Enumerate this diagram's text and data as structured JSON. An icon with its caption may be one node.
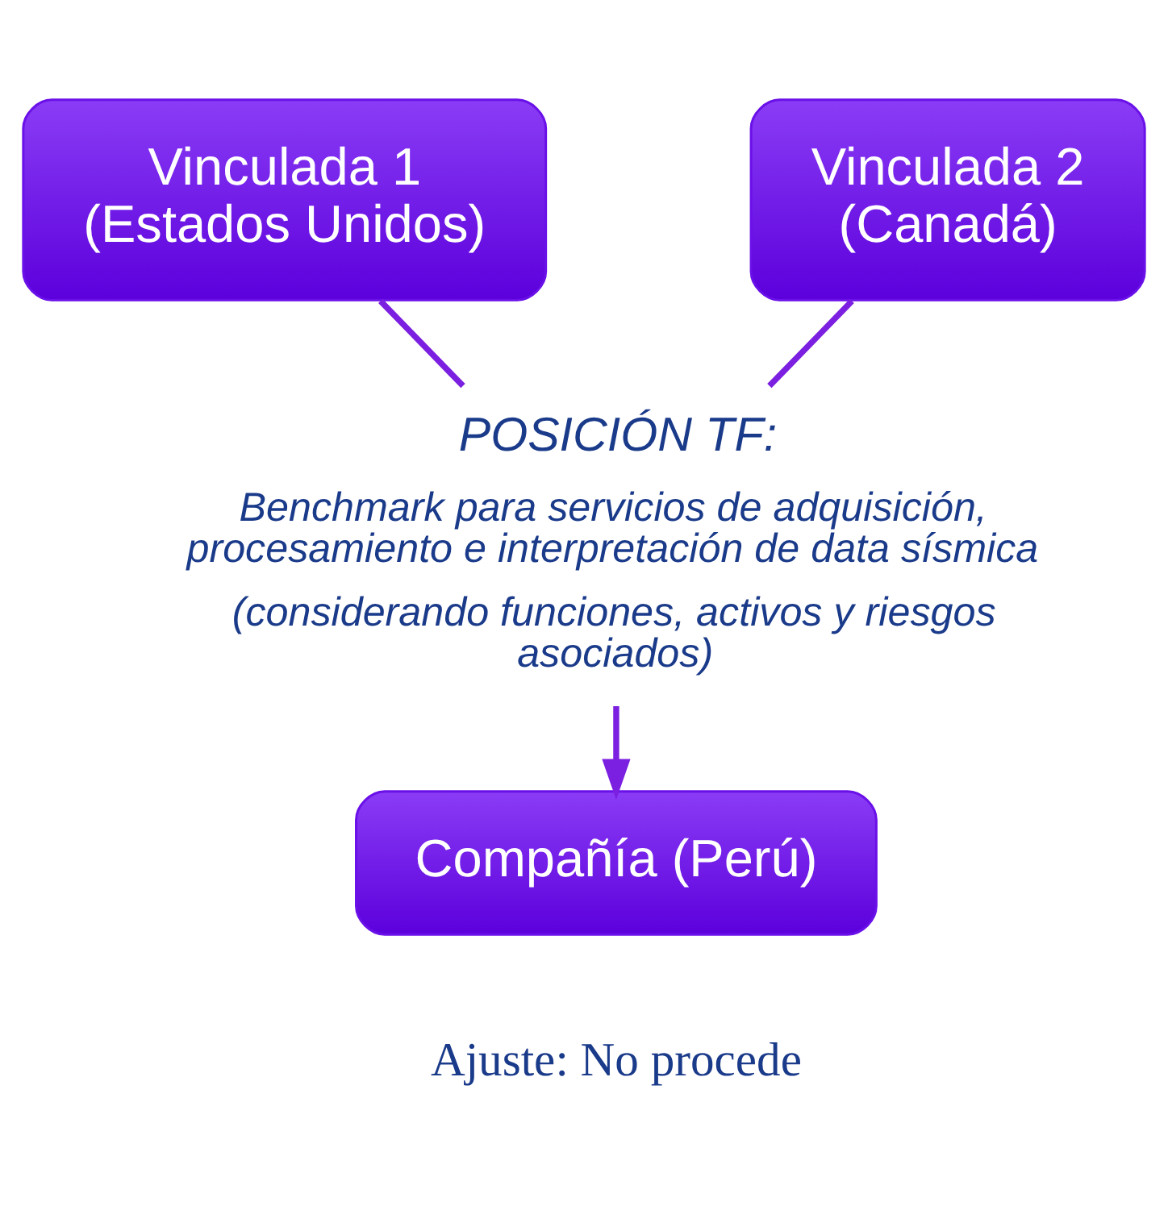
{
  "diagram": {
    "nodes": [
      {
        "text": [
          "Vinculada 1 (Estados Unidos)"
        ]
      },
      {
        "text": [
          "Vinculada 2 (Canadá)"
        ]
      },
      {
        "text": [
          "POSICIÓN TF:",
          "Benchmark para servicios de adquisición, procesamiento e interpretación de data sísmica",
          "(considerando funciones, activos y riesgos asociados)"
        ]
      },
      {
        "text": [
          "Compañía (Perú)"
        ],
        "beside": [
          "Ajuste: No procede"
        ]
      }
    ],
    "edges": [
      {
        "from": 0,
        "to": 2,
        "arrow": "none"
      },
      {
        "from": 1,
        "to": 2,
        "arrow": "none"
      },
      {
        "from": 2,
        "to": 3,
        "arrow": "to"
      }
    ]
  }
}
